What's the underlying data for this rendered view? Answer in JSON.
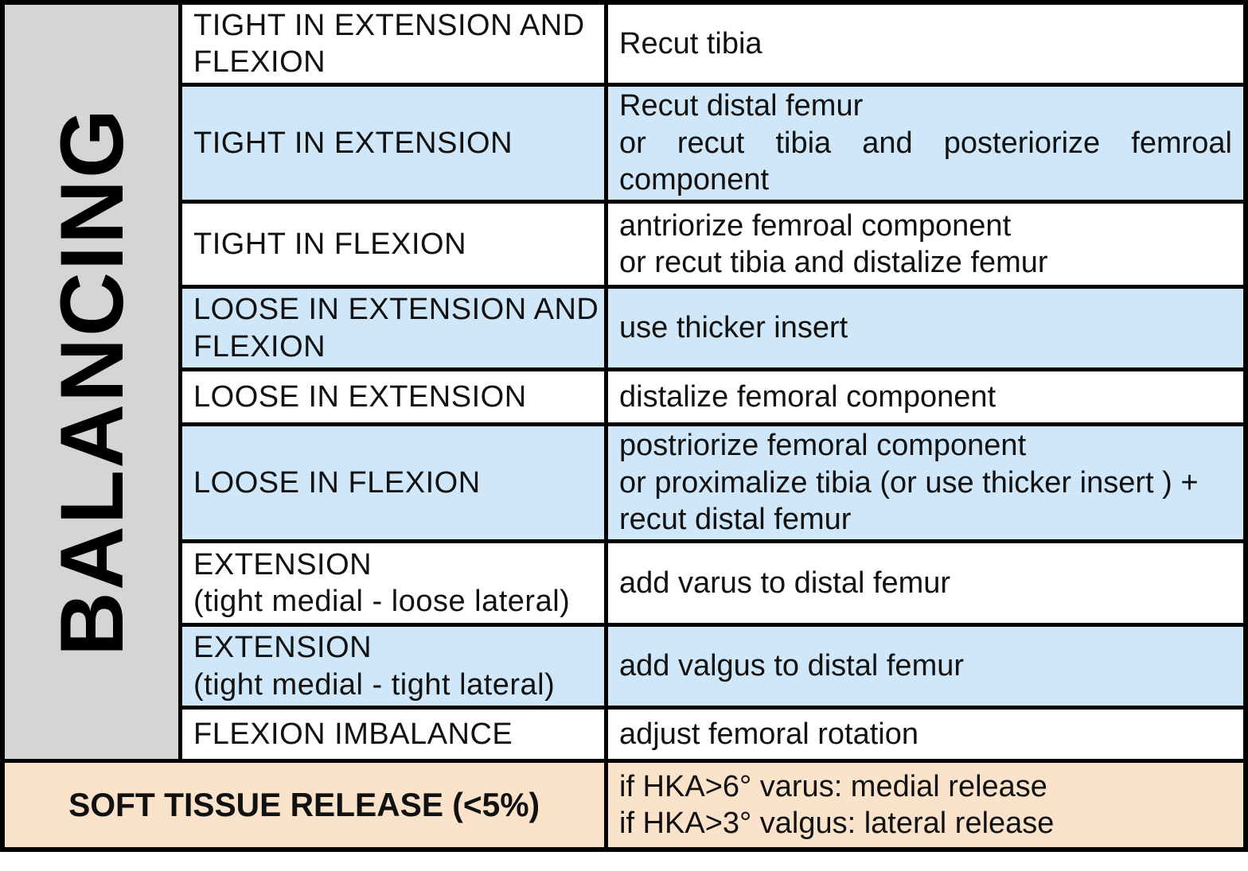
{
  "colors": {
    "row_highlight_blue": "#cfe7f8",
    "side_column_gray": "#d5d5d5",
    "footer_peach": "#fbe3cb",
    "border_black": "#000000",
    "text_black": "#111111"
  },
  "table": {
    "side_label": "BALANCING",
    "rows": [
      {
        "shade": "white",
        "condition_lines": [
          "TIGHT IN EXTENSION AND",
          "FLEXION"
        ],
        "action_lines": [
          {
            "text": "Recut tibia",
            "justify": false
          }
        ]
      },
      {
        "shade": "blue",
        "condition_lines": [
          "TIGHT IN EXTENSION"
        ],
        "action_lines": [
          {
            "text": "Recut distal femur",
            "justify": false
          },
          {
            "text": "or recut tibia and posteriorize femroal",
            "justify": true
          },
          {
            "text": "component",
            "justify": false
          }
        ]
      },
      {
        "shade": "white",
        "condition_lines": [
          "TIGHT IN FLEXION"
        ],
        "action_lines": [
          {
            "text": "antriorize femroal component",
            "justify": false
          },
          {
            "text": "or recut tibia and distalize femur",
            "justify": false
          }
        ]
      },
      {
        "shade": "blue",
        "condition_lines": [
          "LOOSE IN EXTENSION AND",
          "FLEXION"
        ],
        "action_lines": [
          {
            "text": "use thicker insert",
            "justify": false
          }
        ]
      },
      {
        "shade": "white",
        "condition_lines": [
          "LOOSE IN EXTENSION"
        ],
        "action_lines": [
          {
            "text": "distalize femoral component",
            "justify": false
          }
        ]
      },
      {
        "shade": "blue",
        "condition_lines": [
          "LOOSE IN FLEXION"
        ],
        "action_lines": [
          {
            "text": "postriorize femoral component",
            "justify": false
          },
          {
            "text": "or proximalize tibia (or use thicker insert ) +",
            "justify": false
          },
          {
            "text": "recut distal femur",
            "justify": false
          }
        ]
      },
      {
        "shade": "white",
        "condition_lines": [
          "EXTENSION",
          "(tight medial - loose lateral)"
        ],
        "action_lines": [
          {
            "text": "add varus to distal femur",
            "justify": false
          }
        ]
      },
      {
        "shade": "blue",
        "condition_lines": [
          "EXTENSION",
          "(tight medial - tight lateral)"
        ],
        "action_lines": [
          {
            "text": "add valgus to distal femur",
            "justify": false
          }
        ]
      },
      {
        "shade": "white",
        "condition_lines": [
          "FLEXION IMBALANCE"
        ],
        "action_lines": [
          {
            "text": "adjust femoral rotation",
            "justify": false
          }
        ]
      }
    ],
    "footer": {
      "label": "SOFT TISSUE RELEASE (<5%)",
      "action_lines": [
        "if HKA>6° varus: medial release",
        "if HKA>3° valgus: lateral release"
      ]
    }
  }
}
